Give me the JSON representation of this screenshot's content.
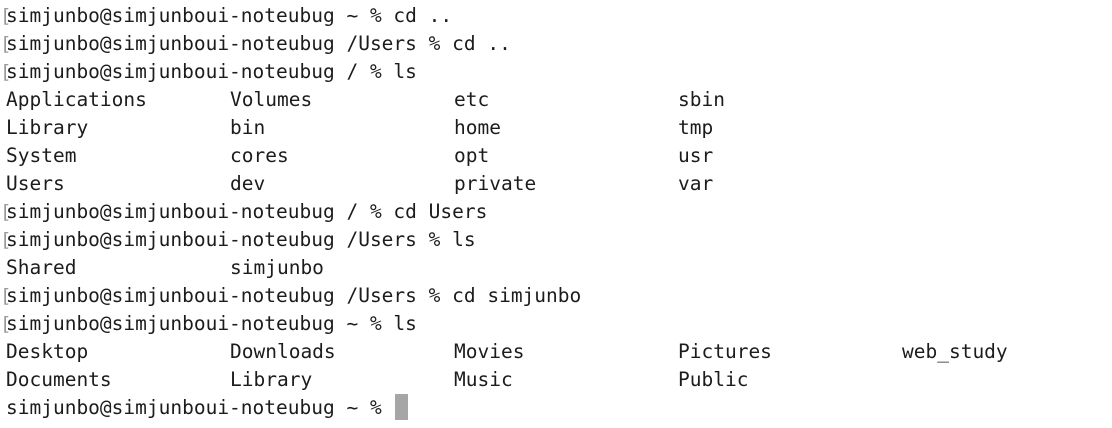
{
  "terminal": {
    "lines": [
      {
        "type": "prompt",
        "bracket": true,
        "text": "simjunbo@simjunboui-noteubug ~ % cd .."
      },
      {
        "type": "prompt",
        "bracket": true,
        "text": "simjunbo@simjunboui-noteubug /Users % cd .."
      },
      {
        "type": "prompt",
        "bracket": true,
        "text": "simjunbo@simjunboui-noteubug / % ls"
      },
      {
        "type": "output",
        "cells": [
          "Applications",
          "Volumes",
          "etc",
          "sbin"
        ]
      },
      {
        "type": "output",
        "cells": [
          "Library",
          "bin",
          "home",
          "tmp"
        ]
      },
      {
        "type": "output",
        "cells": [
          "System",
          "cores",
          "opt",
          "usr"
        ]
      },
      {
        "type": "output",
        "cells": [
          "Users",
          "dev",
          "private",
          "var"
        ]
      },
      {
        "type": "prompt",
        "bracket": true,
        "text": "simjunbo@simjunboui-noteubug / % cd Users"
      },
      {
        "type": "prompt",
        "bracket": true,
        "text": "simjunbo@simjunboui-noteubug /Users % ls"
      },
      {
        "type": "output",
        "cells": [
          "Shared",
          "simjunbo"
        ]
      },
      {
        "type": "prompt",
        "bracket": true,
        "text": "simjunbo@simjunboui-noteubug /Users % cd simjunbo"
      },
      {
        "type": "prompt",
        "bracket": true,
        "text": "simjunbo@simjunboui-noteubug ~ % ls"
      },
      {
        "type": "output",
        "cells": [
          "Desktop",
          "Downloads",
          "Movies",
          "Pictures",
          "web_study"
        ]
      },
      {
        "type": "output",
        "cells": [
          "Documents",
          "Library",
          "Music",
          "Public"
        ]
      },
      {
        "type": "current",
        "bracket": false,
        "text": "simjunbo@simjunboui-noteubug ~ % "
      }
    ],
    "bracket_char": "[",
    "cursor_color": "#a6a6a6"
  }
}
